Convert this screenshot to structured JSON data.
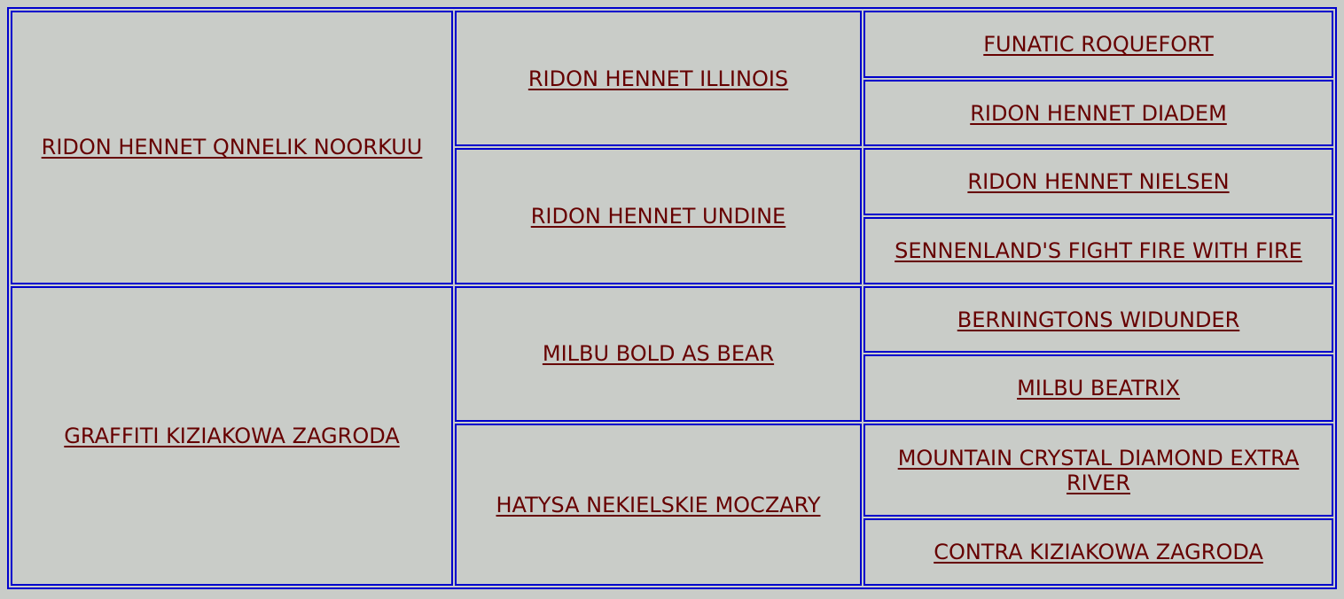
{
  "colors": {
    "background": "#c9ccc8",
    "border": "#0000cc",
    "link": "#660000"
  },
  "pedigree": {
    "parents": [
      {
        "name": "RIDON HENNET QNNELIK NOORKUU"
      },
      {
        "name": "GRAFFITI KIZIAKOWA ZAGRODA"
      }
    ],
    "grandparents": [
      {
        "name": "RIDON HENNET ILLINOIS"
      },
      {
        "name": "RIDON HENNET UNDINE"
      },
      {
        "name": "MILBU BOLD AS BEAR"
      },
      {
        "name": "HATYSA NEKIELSKIE MOCZARY"
      }
    ],
    "great_grandparents": [
      {
        "name": "FUNATIC ROQUEFORT"
      },
      {
        "name": "RIDON HENNET DIADEM"
      },
      {
        "name": "RIDON HENNET NIELSEN"
      },
      {
        "name": "SENNENLAND'S FIGHT FIRE WITH FIRE"
      },
      {
        "name": "BERNINGTONS WIDUNDER"
      },
      {
        "name": "MILBU BEATRIX"
      },
      {
        "name": "MOUNTAIN CRYSTAL DIAMOND EXTRA RIVER"
      },
      {
        "name": "CONTRA KIZIAKOWA ZAGRODA"
      }
    ]
  }
}
